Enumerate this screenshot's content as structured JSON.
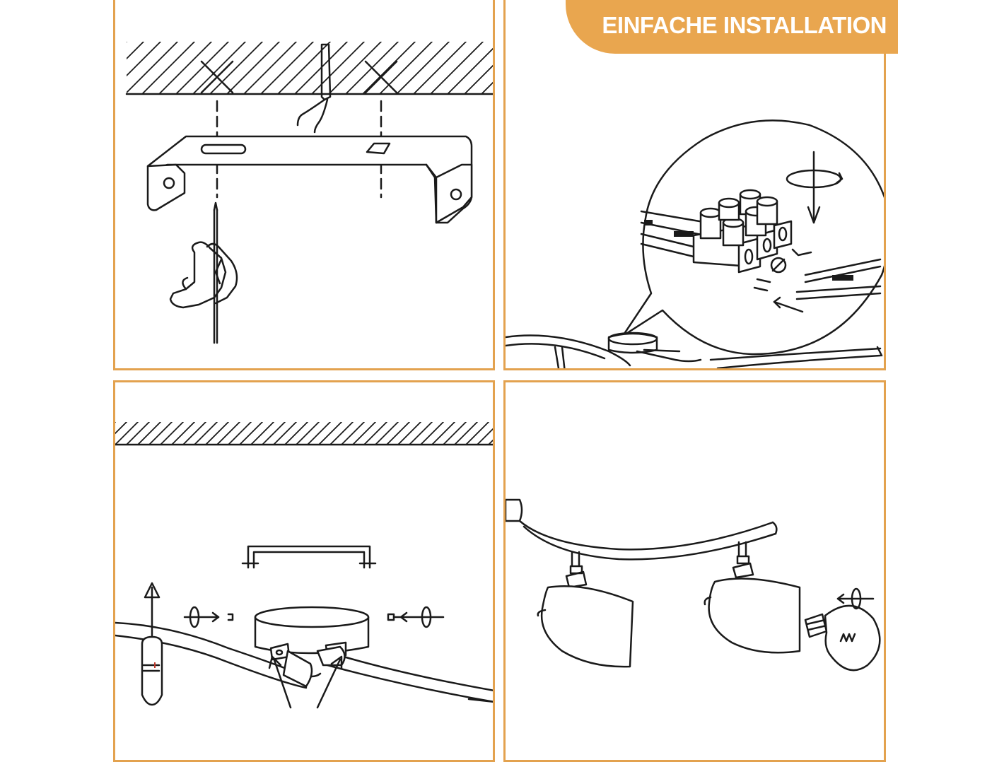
{
  "header": {
    "title": "EINFACHE INSTALLATION"
  },
  "colors": {
    "accent": "#e9a64f",
    "panel_border": "#e3a24f",
    "text": "#ffffff"
  },
  "steps": [
    {
      "id": 1,
      "icon": "bracket-drill-icon"
    },
    {
      "id": 2,
      "icon": "terminal-block-icon"
    },
    {
      "id": 3,
      "icon": "mount-screws-icon"
    },
    {
      "id": 4,
      "icon": "bulb-install-icon"
    }
  ]
}
